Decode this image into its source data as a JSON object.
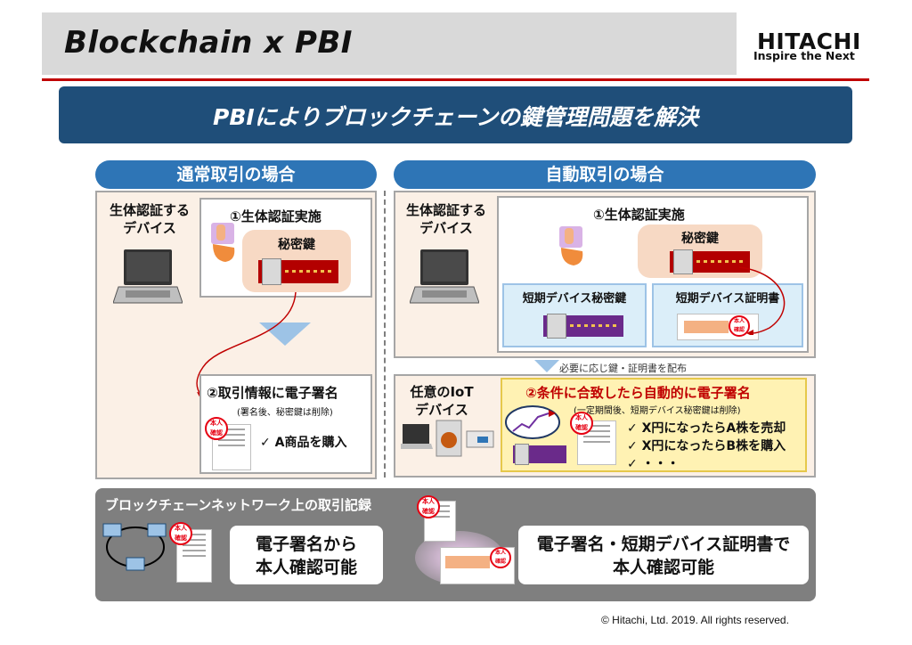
{
  "header": {
    "title": "Blockchain x PBI",
    "logo": "HITACHI",
    "tagline": "Inspire the Next"
  },
  "banner": {
    "text": "PBIによりブロックチェーンの鍵管理問題を解決"
  },
  "left": {
    "heading": "通常取引の場合",
    "device_label": "生体認証する\nデバイス",
    "step1": "①生体認証実施",
    "secret_key": "秘密鍵",
    "step2": "②取引情報に電子署名",
    "note": "(署名後、秘密鍵は削除)",
    "action": "✓ A商品を購入"
  },
  "right": {
    "heading": "自動取引の場合",
    "device_label": "生体認証する\nデバイス",
    "step1": "①生体認証実施",
    "secret_key": "秘密鍵",
    "short_key": "短期デバイス秘密鍵",
    "short_cert": "短期デバイス証明書",
    "distribute": "必要に応じ鍵・証明書を配布",
    "iot_label": "任意のIoT\nデバイス",
    "step2": "②条件に合致したら自動的に電子署名",
    "note": "(一定期間後、短期デバイス秘密鍵は削除)",
    "cond1": "✓ X円になったらA株を売却",
    "cond2": "✓ X円になったらB株を購入",
    "cond3": "✓ ・・・"
  },
  "bottom": {
    "title": "ブロックチェーンネットワーク上の取引記録",
    "result_left_1": "電子署名から",
    "result_left_2": "本人確認可能",
    "result_right_1": "電子署名・短期デバイス証明書で",
    "result_right_2": "本人確認可能"
  },
  "stamp_text": "本人\n確認",
  "footer": "© Hitachi, Ltd. 2019. All rights reserved.",
  "colors": {
    "accent_red": "#c00000",
    "navy": "#1f4e79",
    "pill_blue": "#2e75b6"
  }
}
